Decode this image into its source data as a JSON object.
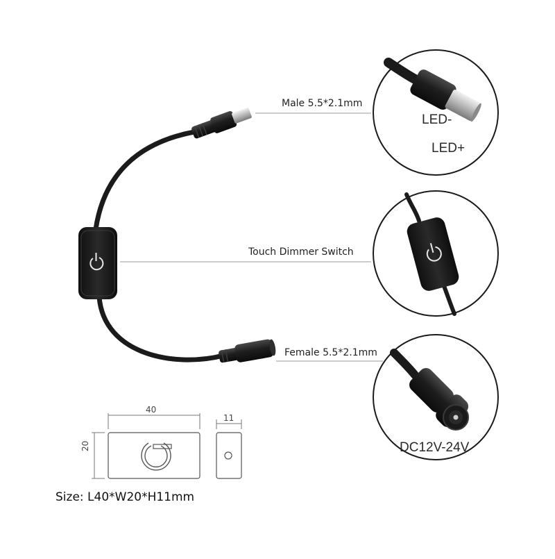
{
  "callouts": {
    "male": "Male 5.5*2.1mm",
    "switch": "Touch Dimmer Switch",
    "female": "Female 5.5*2.1mm"
  },
  "inset_labels": {
    "led_minus": "LED-",
    "led_plus": "LED+",
    "voltage": "DC12V-24V"
  },
  "dimensions": {
    "length": "40",
    "width": "11",
    "height": "20",
    "size_text": "Size: L40*W20*H11mm"
  },
  "colors": {
    "cable": "#1b1b1b",
    "leader_line": "#9a9a9a",
    "circle_border": "#1a1a1a",
    "drawing_line": "#555555"
  },
  "icons": {
    "switch_icon": "power-icon"
  }
}
